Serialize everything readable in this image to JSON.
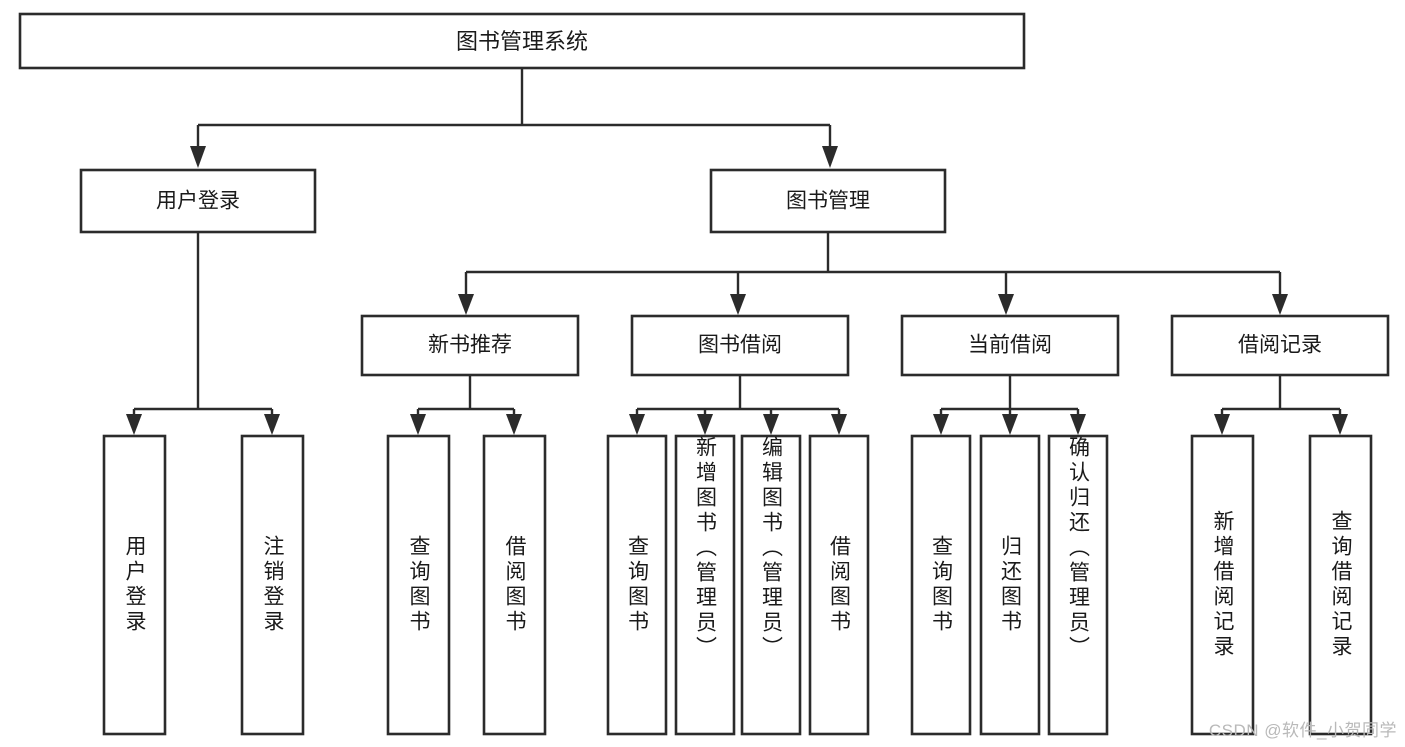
{
  "diagram": {
    "type": "hierarchy-tree",
    "title": "图书管理系统",
    "watermark": "CSDN @软件_小贺同学",
    "colors": {
      "background": "#ffffff",
      "stroke": "#2b2b2b",
      "text": "#1a1a1a",
      "watermark": "#b9b9b9"
    },
    "root": {
      "label": "图书管理系统"
    },
    "level2": [
      {
        "label": "用户登录"
      },
      {
        "label": "图书管理"
      }
    ],
    "level3": [
      {
        "label": "新书推荐"
      },
      {
        "label": "图书借阅"
      },
      {
        "label": "当前借阅"
      },
      {
        "label": "借阅记录"
      }
    ],
    "leaves": {
      "user_login": [
        {
          "label": "用户登录"
        },
        {
          "label": "注销登录"
        }
      ],
      "new_book": [
        {
          "label": "查询图书"
        },
        {
          "label": "借阅图书"
        }
      ],
      "book_borrow": [
        {
          "label": "查询图书"
        },
        {
          "label": "新增图书（管理员）"
        },
        {
          "label": "编辑图书（管理员）"
        },
        {
          "label": "借阅图书"
        }
      ],
      "current_borrow": [
        {
          "label": "查询图书"
        },
        {
          "label": "归还图书"
        },
        {
          "label": "确认归还（管理员）"
        }
      ],
      "borrow_record": [
        {
          "label": "新增借阅记录"
        },
        {
          "label": "查询借阅记录"
        }
      ]
    }
  }
}
